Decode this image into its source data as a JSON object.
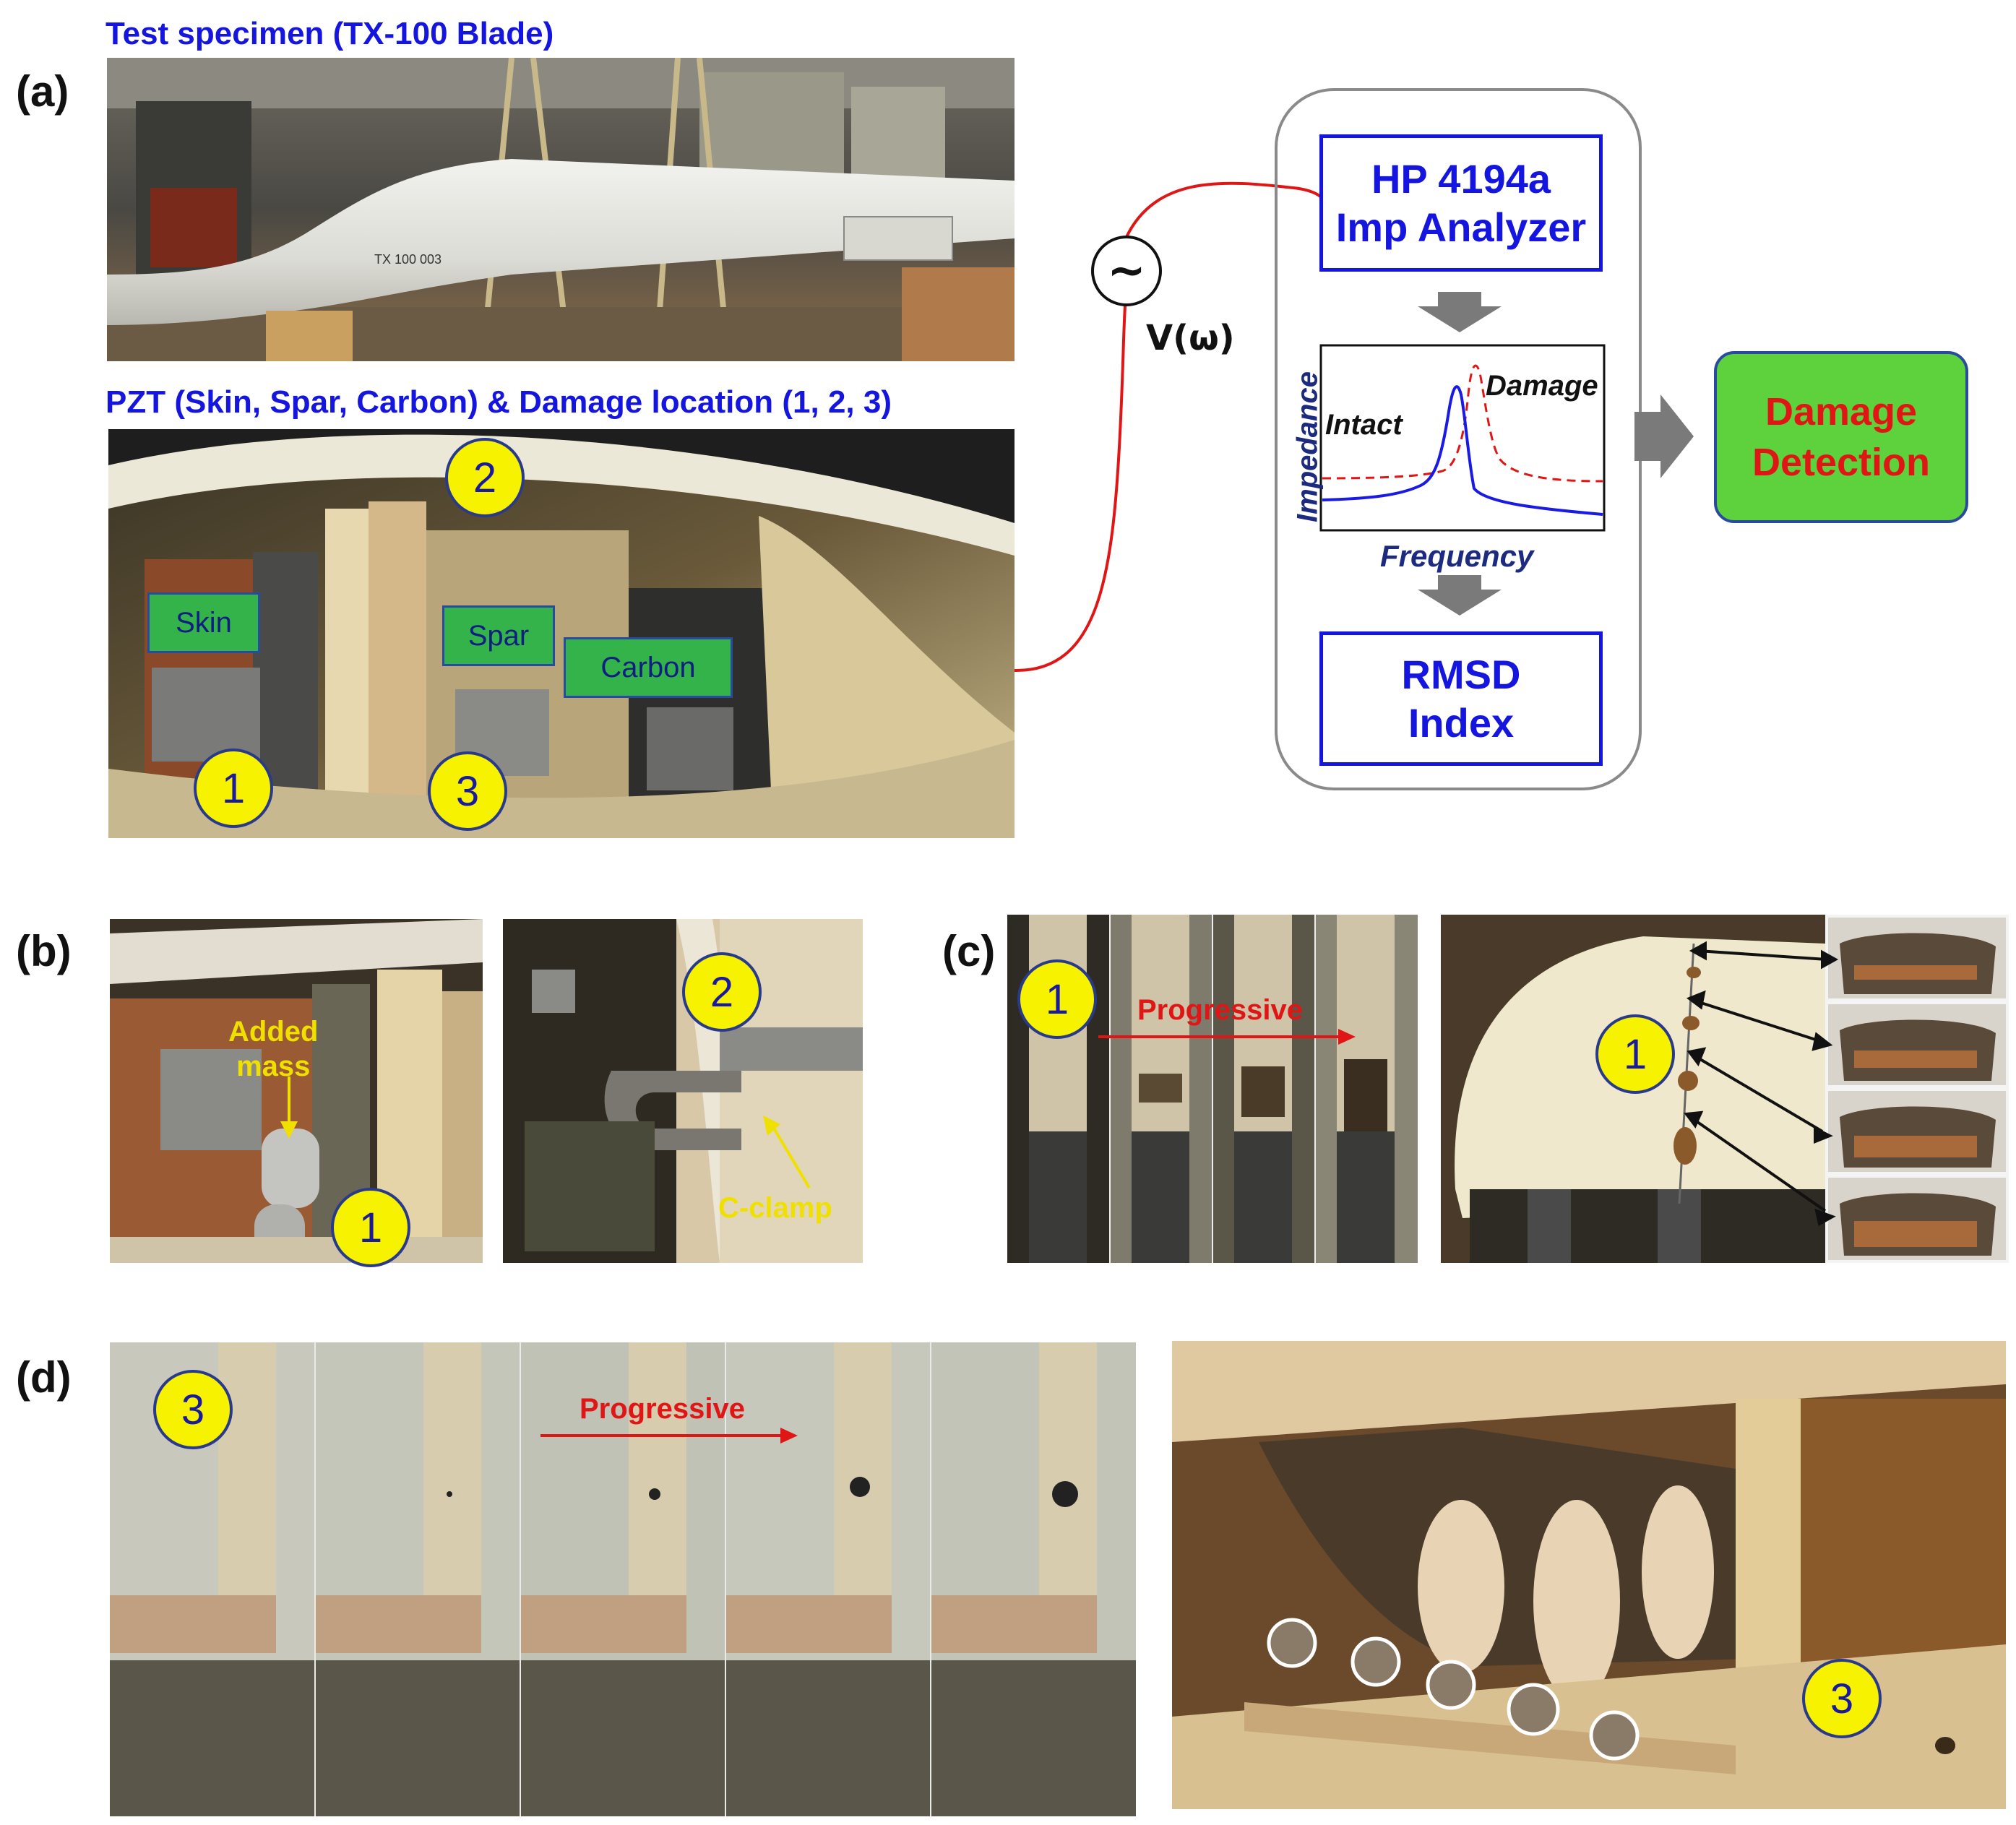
{
  "panels": {
    "a": "(a)",
    "b": "(b)",
    "c": "(c)",
    "d": "(d)"
  },
  "captions": {
    "specimen": "Test specimen (TX-100 Blade)",
    "pzt": "PZT (Skin, Spar, Carbon) & Damage location (1, 2, 3)"
  },
  "blade_text": "TX 100 003",
  "markers": {
    "one": "1",
    "two": "2",
    "three": "3"
  },
  "pzt_labels": {
    "skin": "Skin",
    "spar": "Spar",
    "carbon": "Carbon"
  },
  "source": {
    "symbol": "~",
    "label": "V(ω)"
  },
  "analyzer": {
    "line1": "HP 4194a",
    "line2": "Imp Analyzer"
  },
  "impedance_plot": {
    "ylabel": "Impedance",
    "xlabel": "Frequency",
    "intact_label": "Intact",
    "damage_label": "Damage",
    "intact_color": "#1a1ae6",
    "damage_color": "#e01515"
  },
  "rmsd": {
    "line1": "RMSD",
    "line2": "Index"
  },
  "detection": {
    "line1": "Damage",
    "line2": "Detection"
  },
  "annotations": {
    "added_mass_1": "Added",
    "added_mass_2": "mass",
    "c_clamp": "C-clamp",
    "progressive_c": "Progressive",
    "progressive_d": "Progressive"
  },
  "colors": {
    "caption_blue": "#1515e0",
    "marker_yellow": "#f7f300",
    "pzt_green": "#33b34a",
    "detect_green": "#5ed23c",
    "arrow_gray": "#7a7a7a",
    "wire_red": "#e01515"
  }
}
